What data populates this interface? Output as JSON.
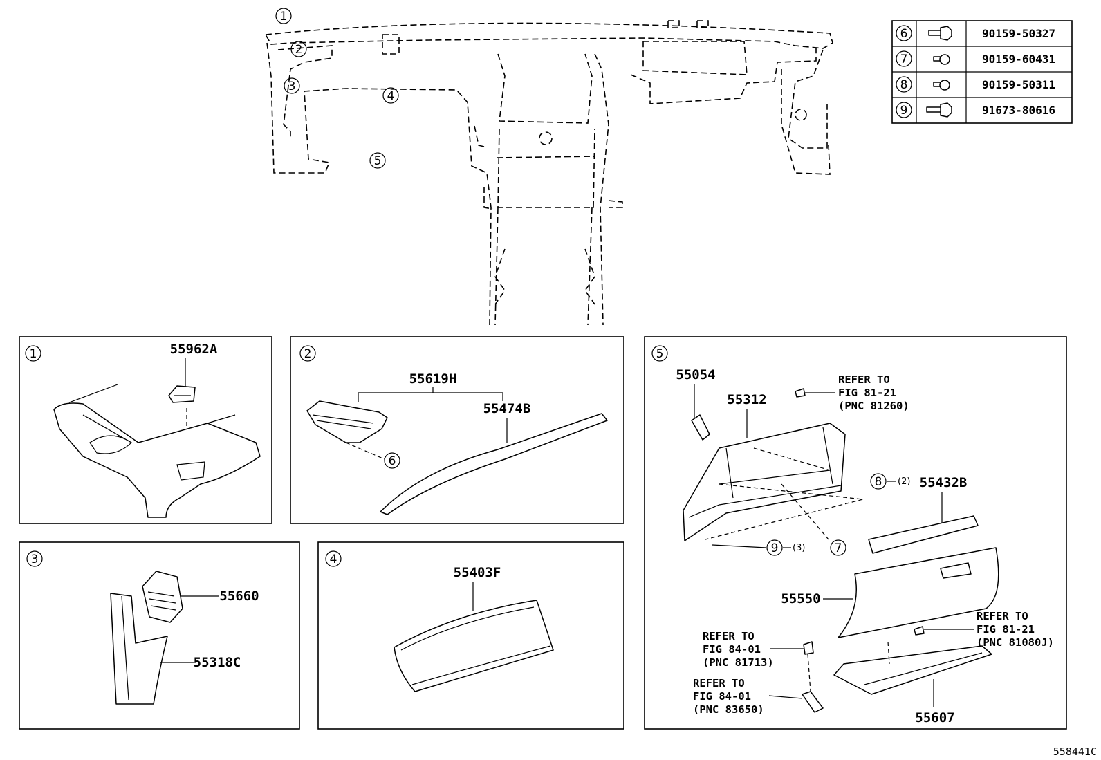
{
  "callouts": [
    "1",
    "2",
    "3",
    "4",
    "5",
    "6",
    "7",
    "8",
    "9"
  ],
  "fasteners": [
    {
      "num": "6",
      "part": "90159-50327",
      "icon": "bolt-washer-icon"
    },
    {
      "num": "7",
      "part": "90159-60431",
      "icon": "screw-icon"
    },
    {
      "num": "8",
      "part": "90159-50311",
      "icon": "screw-icon"
    },
    {
      "num": "9",
      "part": "91673-80616",
      "icon": "bolt-washer-icon"
    }
  ],
  "panel1": {
    "num": "1",
    "parts": [
      "55962A"
    ]
  },
  "panel2": {
    "num": "2",
    "parts": [
      "55619H",
      "55474B"
    ],
    "fastener": "6"
  },
  "panel3": {
    "num": "3",
    "parts": [
      "55660",
      "55318C"
    ]
  },
  "panel4": {
    "num": "4",
    "parts": [
      "55403F"
    ]
  },
  "panel5": {
    "num": "5",
    "parts": [
      "55054",
      "55312",
      "55432B",
      "55550",
      "55607"
    ],
    "fastener8": {
      "num": "8",
      "qty": "(2)"
    },
    "fastener9": {
      "num": "9",
      "qty": "(3)"
    },
    "fastener7": "7",
    "refs": [
      [
        "REFER TO",
        "FIG 81-21",
        "(PNC 81260)"
      ],
      [
        "REFER TO",
        "FIG 81-21",
        "(PNC 81080J)"
      ],
      [
        "REFER TO",
        "FIG 84-01",
        "(PNC 81713)"
      ],
      [
        "REFER TO",
        "FIG 84-01",
        "(PNC 83650)"
      ]
    ]
  },
  "diagram_id": "558441C"
}
